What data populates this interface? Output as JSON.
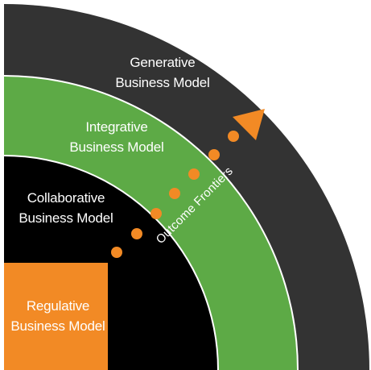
{
  "diagram": {
    "layers": [
      {
        "key": "generative",
        "line1": "Generative",
        "line2": "Business Model",
        "color": "#333333",
        "text_color": "#ffffff"
      },
      {
        "key": "integrative",
        "line1": "Integrative",
        "line2": "Business Model",
        "color": "#5daa46",
        "text_color": "#ffffff"
      },
      {
        "key": "collaborative",
        "line1": "Collaborative",
        "line2": "Business Model",
        "color": "#000000",
        "text_color": "#ffffff"
      },
      {
        "key": "regulative",
        "line1": "Regulative",
        "line2": "Business Model",
        "color": "#f28a25",
        "text_color": "#ffffff"
      }
    ],
    "arrow": {
      "label": "Outcome Frontiers",
      "color": "#f28a25"
    },
    "separator_color": "#ffffff"
  }
}
